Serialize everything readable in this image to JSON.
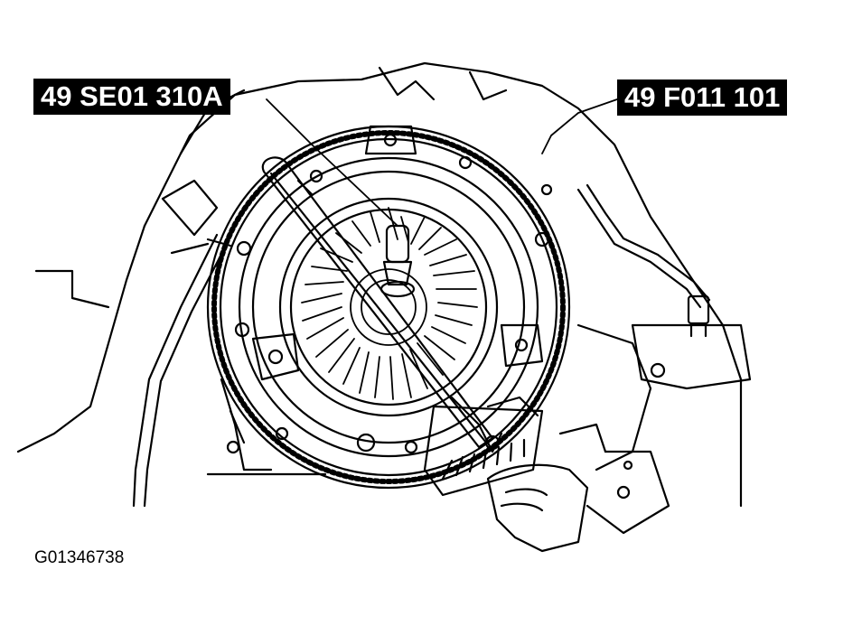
{
  "callouts": {
    "left_tool": "49 SE01 310A",
    "right_tool": "49 F011 101"
  },
  "figure_id": "G01346738",
  "colors": {
    "ink": "#000000",
    "paper": "#ffffff",
    "label_bg": "#000000",
    "label_text": "#ffffff"
  }
}
